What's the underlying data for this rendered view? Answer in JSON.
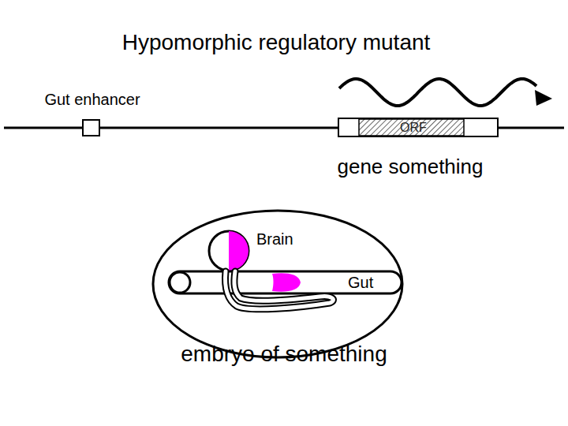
{
  "diagram": {
    "title": "Hypomorphic regulatory mutant",
    "nodes": [
      {
        "text": [
          "Gut enhancer"
        ]
      },
      {
        "text": [
          "ORF"
        ]
      },
      {
        "text": [
          "embryo of something"
        ]
      },
      {
        "text": [
          "Brain"
        ],
        "in": 2
      },
      {
        "text": [
          "Gut"
        ],
        "in": 2
      }
    ],
    "labels": [
      "gene something"
    ]
  }
}
